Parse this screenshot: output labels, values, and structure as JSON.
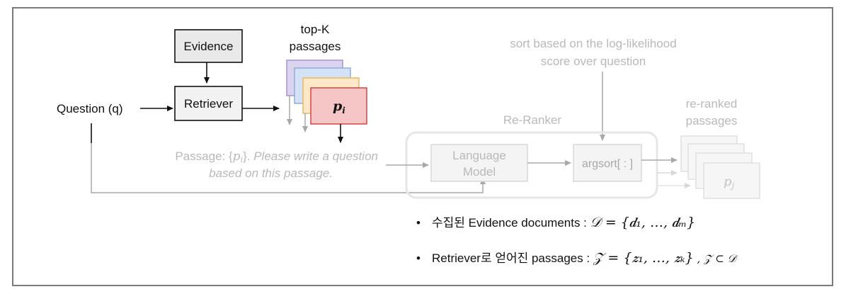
{
  "diagram": {
    "evidence_box": "Evidence",
    "retriever_box": "Retriever",
    "question_label": "Question (q)",
    "topk_label_1": "top-K",
    "topk_label_2": "passages",
    "passage_var": "p",
    "passage_sub": "i",
    "sort_label_1": "sort based on the log-likelihood",
    "sort_label_2": "score over question",
    "reranker_label": "Re-Ranker",
    "reranked_label_1": "re-ranked",
    "reranked_label_2": "passages",
    "prompt_line_1_a": "Passage: {",
    "prompt_line_1_var": "p",
    "prompt_line_1_sub": "i",
    "prompt_line_1_b": "}. ",
    "prompt_line_1_c": "Please write a question",
    "prompt_line_2": "based on this passage.",
    "lm_label_1": "Language",
    "lm_label_2": "Model",
    "argsort_label": "argsort[ : ]",
    "reranked_var": "p",
    "reranked_sub": "j"
  },
  "notes": {
    "bullet_symbol": "•",
    "line1_text": "수집된 Evidence documents : ",
    "line1_math": "𝒟 = {𝒅₁, …, 𝒅ₘ}",
    "line2_text": "Retriever로 얻어진 passages : ",
    "line2_math": "𝒵 = {𝒛₁, …, 𝒛ₖ}",
    "line2_extra": " , 𝒵 ⊂ 𝒟"
  },
  "colors": {
    "frame": "#7a7a7a",
    "dark": "#111111",
    "light_gray": "#b9b9b9",
    "box_fill_light": "#f4f4f4",
    "card_purple": "#dcd3ef",
    "card_blue": "#d4e2f8",
    "card_yellow": "#fde9c8",
    "card_red": "#f6c5c5",
    "card_red_border": "#d33a3a"
  }
}
